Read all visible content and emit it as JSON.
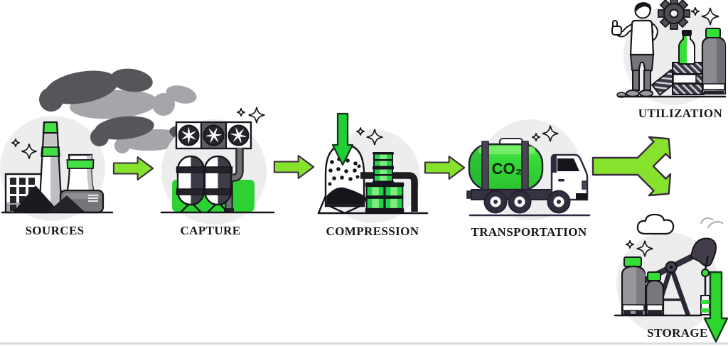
{
  "diagram": {
    "type": "process-flow",
    "topic": "CO2 capture, compression, transportation, utilization and storage",
    "stages": [
      {
        "id": "sources",
        "label": "SOURCES",
        "icon": "power-plant-icon"
      },
      {
        "id": "capture",
        "label": "CAPTURE",
        "icon": "capture-unit-icon"
      },
      {
        "id": "compression",
        "label": "COMPRESSION",
        "icon": "compressor-vessel-icon"
      },
      {
        "id": "transportation",
        "label": "TRANSPORTATION",
        "icon": "tanker-truck-icon",
        "tank_text": "CO₂"
      },
      {
        "id": "utilization",
        "label": "UTILIZATION",
        "icon": "products-person-icon"
      },
      {
        "id": "storage",
        "label": "STORAGE",
        "icon": "pumpjack-cylinders-icon"
      }
    ],
    "connections": [
      {
        "from": "sources",
        "to": "capture",
        "style": "right-arrow"
      },
      {
        "from": "capture",
        "to": "compression",
        "style": "right-arrow"
      },
      {
        "from": "compression",
        "to": "transportation",
        "style": "right-arrow"
      },
      {
        "from": "transportation",
        "to": "utilization",
        "style": "split-arrow-up"
      },
      {
        "from": "transportation",
        "to": "storage",
        "style": "split-arrow-down"
      }
    ],
    "colors": {
      "flow_arrow_lime": "#86e22d",
      "accent_green": "#35da3a",
      "pure_green_arrow": "#1fcf35",
      "outline_dark": "#17151c",
      "truck_outline": "#2e2840",
      "smoke_dark": "#56565a",
      "smoke_light": "#a6a6aa",
      "circle_background": "#ededee",
      "label_text": "#181818"
    }
  }
}
